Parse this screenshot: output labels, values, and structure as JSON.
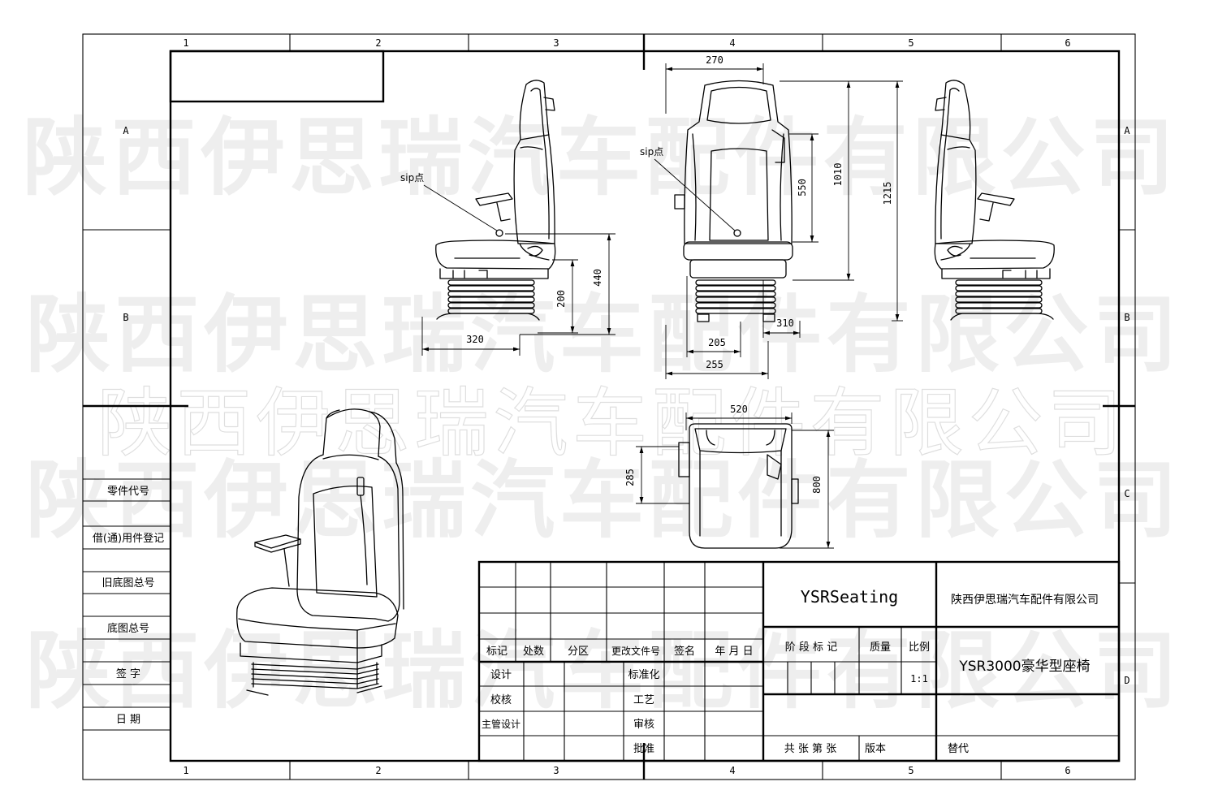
{
  "sheet": {
    "columns": [
      "1",
      "2",
      "3",
      "4",
      "5",
      "6"
    ],
    "rows_left": [
      "A",
      "B"
    ],
    "rows_right": [
      "A",
      "B",
      "C",
      "D"
    ]
  },
  "watermark": "陕西伊思瑞汽车配件有限公司",
  "left_panel": {
    "labels": [
      "零件代号",
      "借(通)用件登记",
      "旧底图总号",
      "底图总号",
      "签 字",
      "日 期"
    ]
  },
  "views": {
    "sip_label": "sip点",
    "dimensions": {
      "side_depth": "320",
      "side_base_height": "200",
      "side_seat_height": "440",
      "front_top_width": "270",
      "front_back_height": "550",
      "front_total_height": "1010",
      "overall_height": "1215",
      "front_offset": "310",
      "front_base_inner": "205",
      "front_base_outer": "255",
      "top_width": "520",
      "top_partial_depth": "285",
      "top_depth": "800"
    }
  },
  "title_block": {
    "brand": "YSRSeating",
    "company": "陕西伊思瑞汽车配件有限公司",
    "product": "YSR3000豪华型座椅",
    "scale_value": "1:1",
    "revision_headers": [
      "标记",
      "处数",
      "分区",
      "更改文件号",
      "签名",
      "年 月 日"
    ],
    "roles": {
      "design": "设计",
      "check": "校核",
      "chief": "主管设计",
      "standard": "标准化",
      "process": "工艺",
      "review": "审核",
      "approve": "批准"
    },
    "stage_mark": "阶 段 标 记",
    "mass": "质量",
    "scale_label": "比例",
    "sheets": "共 张 第 张",
    "version": "版本",
    "supersedes": "替代"
  }
}
